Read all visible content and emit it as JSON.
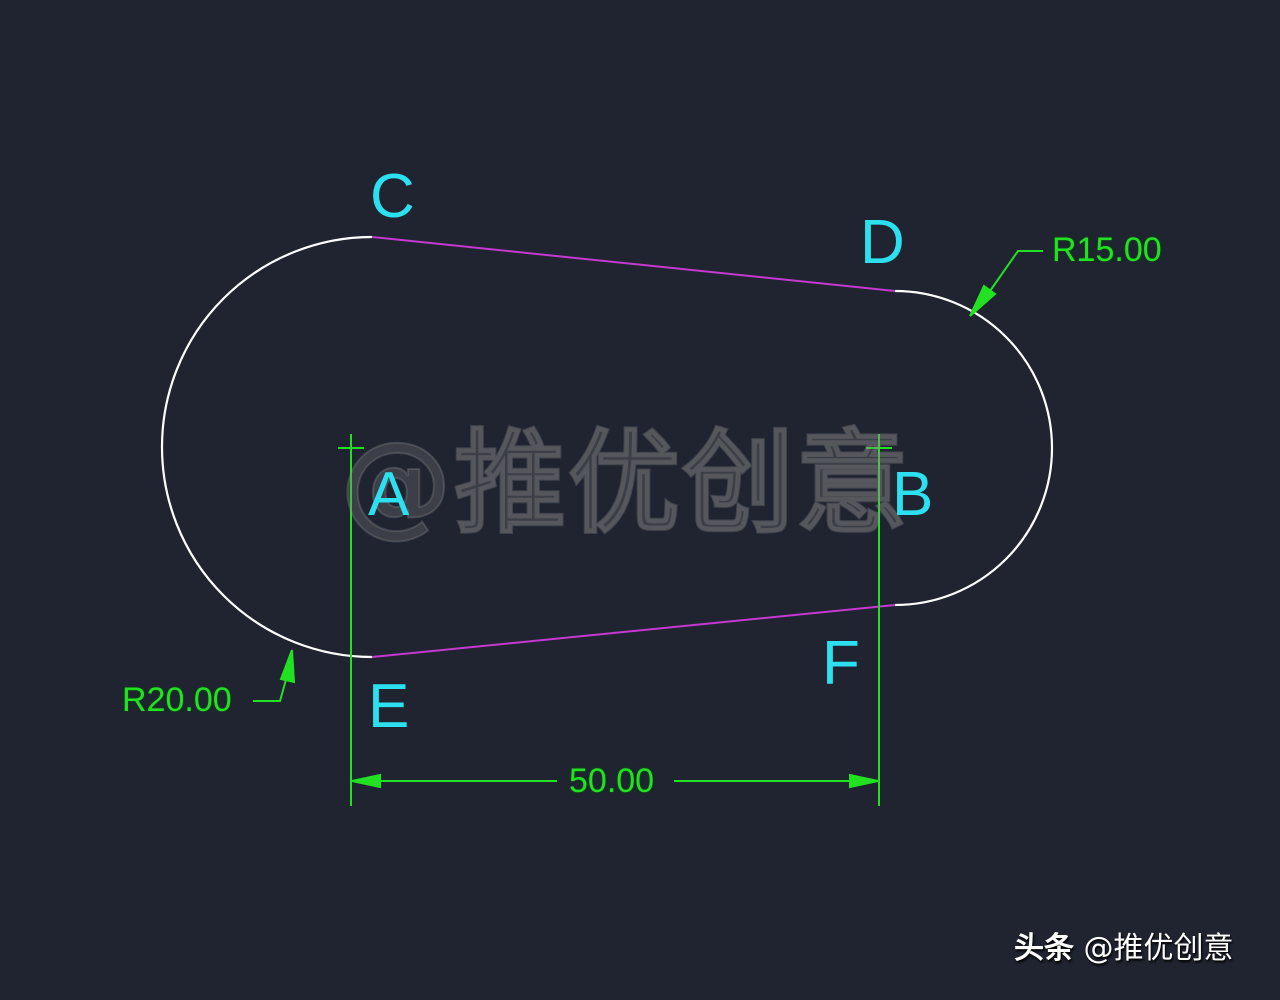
{
  "drawing": {
    "background": "#1f2430",
    "colors": {
      "outline_arc": "#ffffff",
      "tangent_line": "#c43ad0",
      "point_label": "#2de0f0",
      "dimension": "#22e022"
    },
    "points": [
      {
        "id": "A",
        "label": "A"
      },
      {
        "id": "B",
        "label": "B"
      },
      {
        "id": "C",
        "label": "C"
      },
      {
        "id": "D",
        "label": "D"
      },
      {
        "id": "E",
        "label": "E"
      },
      {
        "id": "F",
        "label": "F"
      }
    ],
    "dimensions": {
      "left_radius": "R20.00",
      "right_radius": "R15.00",
      "center_distance": "50.00"
    }
  },
  "watermark": {
    "center": "@推优创意",
    "corner_brand": "头条",
    "corner_handle": "@推优创意"
  }
}
